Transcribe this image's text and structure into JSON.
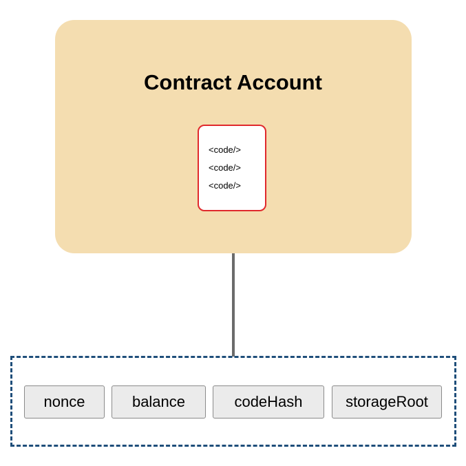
{
  "contract": {
    "title": "Contract Account",
    "code_lines": [
      "<code/>",
      "<code/>",
      "<code/>"
    ]
  },
  "fields": [
    "nonce",
    "balance",
    "codeHash",
    "storageRoot"
  ],
  "colors": {
    "card_fill": "#f4ddb0",
    "code_border": "#e0282c",
    "connector": "#6b6b6b",
    "container_border": "#1f4e7a",
    "field_fill": "#ebebeb"
  }
}
